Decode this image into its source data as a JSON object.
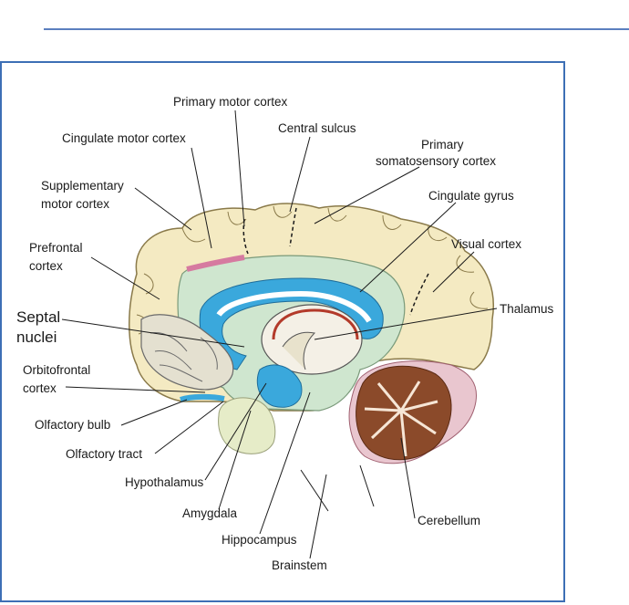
{
  "colors": {
    "frame": "#3d6fb5",
    "cortex": "#f4eac2",
    "limbic": "#cfe6cf",
    "ventricle": "#3aa8dc",
    "cerebellum": "#8b4a2a",
    "brainstem": "#e6ecc8"
  },
  "labels": {
    "primary_motor_cortex": "Primary motor cortex",
    "cingulate_motor_cortex": "Cingulate motor cortex",
    "central_sulcus": "Central sulcus",
    "primary_somatosensory_1": "Primary",
    "primary_somatosensory_2": "somatosensory cortex",
    "supplementary_1": "Supplementary",
    "supplementary_2": "motor cortex",
    "cingulate_gyrus": "Cingulate gyrus",
    "prefrontal_1": "Prefrontal",
    "prefrontal_2": "cortex",
    "visual_cortex": "Visual cortex",
    "septal_1": "Septal",
    "septal_2": "nuclei",
    "thalamus": "Thalamus",
    "orbitofrontal_1": "Orbitofrontal",
    "orbitofrontal_2": "cortex",
    "olfactory_bulb": "Olfactory bulb",
    "olfactory_tract": "Olfactory tract",
    "hypothalamus": "Hypothalamus",
    "amygdala": "Amygdala",
    "cerebellum": "Cerebellum",
    "hippocampus": "Hippocampus",
    "brainstem": "Brainstem"
  }
}
